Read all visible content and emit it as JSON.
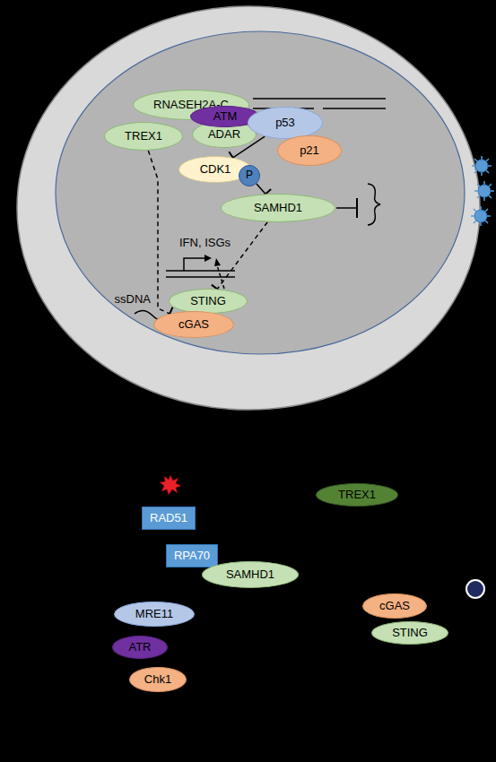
{
  "diagram": {
    "nodes": [
      {
        "text": [
          "RNASEH2A-C"
        ]
      },
      {
        "text": [
          "TREX1"
        ]
      },
      {
        "text": [
          "ADAR"
        ]
      },
      {
        "text": [
          "ATM"
        ]
      },
      {
        "text": [
          "p53"
        ]
      },
      {
        "text": [
          "p21"
        ]
      },
      {
        "text": [
          "CDK1"
        ]
      },
      {
        "text": [
          "P"
        ]
      },
      {
        "text": [
          "SAMHD1"
        ]
      },
      {
        "text": [
          "STING"
        ]
      },
      {
        "text": [
          "cGAS"
        ]
      },
      {
        "text": [
          "RAD51"
        ]
      },
      {
        "text": [
          "RPA70"
        ]
      },
      {
        "text": [
          "SAMHD1"
        ]
      },
      {
        "text": [
          "MRE11"
        ]
      },
      {
        "text": [
          "ATR"
        ]
      },
      {
        "text": [
          "Chk1"
        ]
      },
      {
        "text": [
          "TREX1"
        ]
      },
      {
        "text": [
          "cGAS"
        ]
      },
      {
        "text": [
          "STING"
        ]
      }
    ],
    "edges": [
      {
        "from": 1,
        "to": 10,
        "arrow": "to"
      },
      {
        "from": 4,
        "to": 6,
        "arrow": "to"
      },
      {
        "from": 7,
        "to": 8,
        "arrow": "to"
      },
      {
        "from": 8,
        "to": 9,
        "arrow": "to"
      }
    ],
    "labels": [
      "IFN, ISGs",
      "ssDNA"
    ]
  }
}
